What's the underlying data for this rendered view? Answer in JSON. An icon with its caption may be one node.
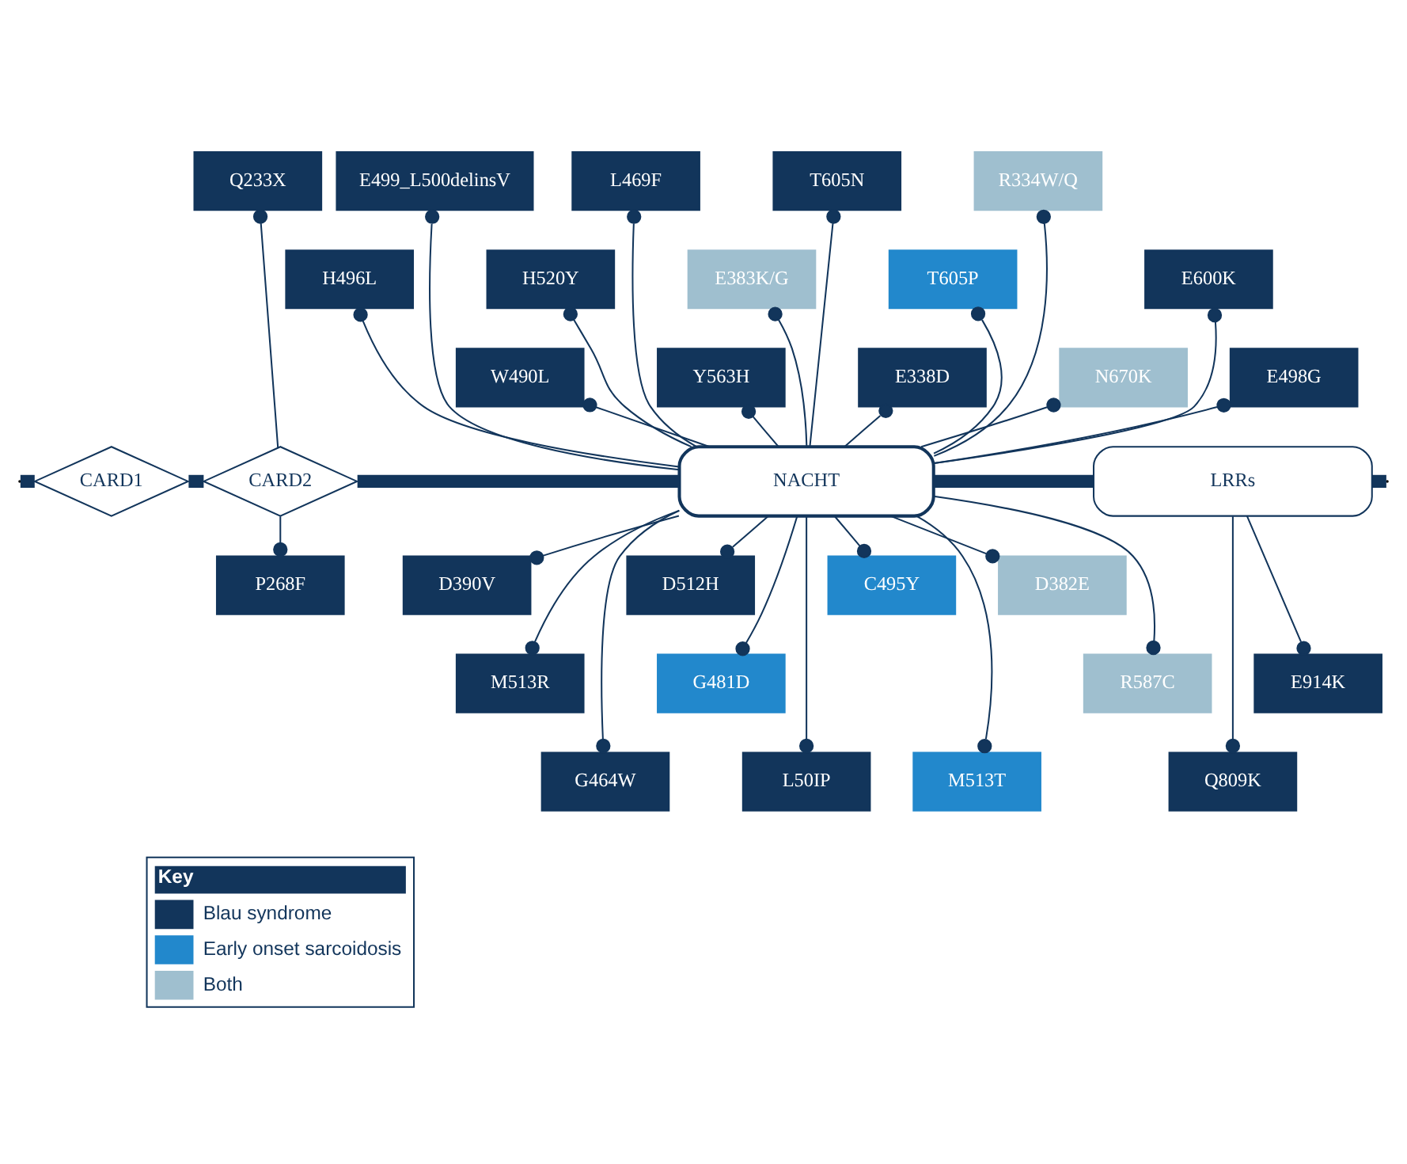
{
  "diagram": {
    "nodes": [
      {
        "text": [
          "E498G"
        ]
      },
      {
        "text": [
          "H496L"
        ]
      },
      {
        "text": [
          "E499_L500delinsV"
        ]
      },
      {
        "text": [
          "W490L"
        ]
      },
      {
        "text": [
          "H520Y"
        ]
      },
      {
        "text": [
          "L469F"
        ]
      },
      {
        "text": [
          "Y563H"
        ]
      },
      {
        "text": [
          "E383K/G"
        ]
      },
      {
        "text": [
          "T605N"
        ]
      },
      {
        "text": [
          "E338D"
        ]
      },
      {
        "text": [
          "T605P"
        ]
      },
      {
        "text": [
          "R334W/Q"
        ]
      },
      {
        "text": [
          "N670K"
        ]
      },
      {
        "text": [
          "E600K"
        ]
      },
      {
        "text": [
          "Q233X"
        ]
      },
      {
        "text": [
          "CARD1"
        ]
      },
      {
        "text": [
          "CARD2"
        ]
      },
      {
        "text": [
          "NACHT"
        ]
      },
      {
        "text": [
          "LRRs"
        ]
      },
      {
        "text": [
          "P268F"
        ]
      },
      {
        "text": [
          "E914K"
        ]
      },
      {
        "text": [
          "M513T"
        ]
      },
      {
        "text": [
          "D382E"
        ]
      },
      {
        "text": [
          "R587C"
        ]
      },
      {
        "text": [
          "Q809K"
        ]
      },
      {
        "text": [
          "D390V"
        ]
      },
      {
        "text": [
          "M513R"
        ]
      },
      {
        "text": [
          "G464W"
        ]
      },
      {
        "text": [
          "D512H"
        ]
      },
      {
        "text": [
          "G481D"
        ]
      },
      {
        "text": [
          "L50IP"
        ]
      },
      {
        "text": [
          "C495Y"
        ]
      }
    ],
    "edges": [
      {
        "from": null,
        "to": 15,
        "arrow": "none",
        "style": "thick"
      },
      {
        "from": 15,
        "to": 16,
        "arrow": "none",
        "style": "thick"
      },
      {
        "from": 16,
        "to": 17,
        "arrow": "none",
        "style": "thick"
      },
      {
        "from": 17,
        "to": 18,
        "arrow": "none",
        "style": "thick"
      },
      {
        "from": 18,
        "to": null,
        "arrow": "none",
        "style": "thick"
      },
      {
        "from": 0,
        "to": 17,
        "arrow": "other"
      },
      {
        "from": 1,
        "to": 17,
        "arrow": "other"
      },
      {
        "from": 2,
        "to": 17,
        "arrow": "other"
      },
      {
        "from": 3,
        "to": 17,
        "arrow": "other"
      },
      {
        "from": 4,
        "to": 17,
        "arrow": "other"
      },
      {
        "from": 5,
        "to": 17,
        "arrow": "other"
      },
      {
        "from": 6,
        "to": 17,
        "arrow": "other"
      },
      {
        "from": 7,
        "to": 17,
        "arrow": "other"
      },
      {
        "from": 8,
        "to": 17,
        "arrow": "other"
      },
      {
        "from": 9,
        "to": 17,
        "arrow": "other"
      },
      {
        "from": 10,
        "to": 17,
        "arrow": "other"
      },
      {
        "from": 11,
        "to": 17,
        "arrow": "other"
      },
      {
        "from": 12,
        "to": 17,
        "arrow": "other"
      },
      {
        "from": 13,
        "to": 17,
        "arrow": "other"
      },
      {
        "from": 14,
        "to": 16,
        "arrow": "other"
      },
      {
        "from": 19,
        "to": 16,
        "arrow": "other"
      },
      {
        "from": 20,
        "to": 18,
        "arrow": "other"
      },
      {
        "from": 21,
        "to": 17,
        "arrow": "other"
      },
      {
        "from": 22,
        "to": 17,
        "arrow": "other"
      },
      {
        "from": 23,
        "to": 17,
        "arrow": "other"
      },
      {
        "from": 24,
        "to": 18,
        "arrow": "other"
      },
      {
        "from": 25,
        "to": 17,
        "arrow": "other"
      },
      {
        "from": 26,
        "to": 17,
        "arrow": "other"
      },
      {
        "from": 27,
        "to": 17,
        "arrow": "other"
      },
      {
        "from": 28,
        "to": 17,
        "arrow": "other"
      },
      {
        "from": 29,
        "to": 17,
        "arrow": "other"
      },
      {
        "from": 30,
        "to": 17,
        "arrow": "other"
      },
      {
        "from": 31,
        "to": 17,
        "arrow": "other"
      }
    ],
    "labels": [
      "Key"
    ],
    "legend": [
      {
        "text": "Blau syndrome",
        "color": "#12355b"
      },
      {
        "text": "Early onset sarcoidosis",
        "color": "#2288cc"
      },
      {
        "text": "Both",
        "color": "#9fbfcf"
      }
    ]
  }
}
